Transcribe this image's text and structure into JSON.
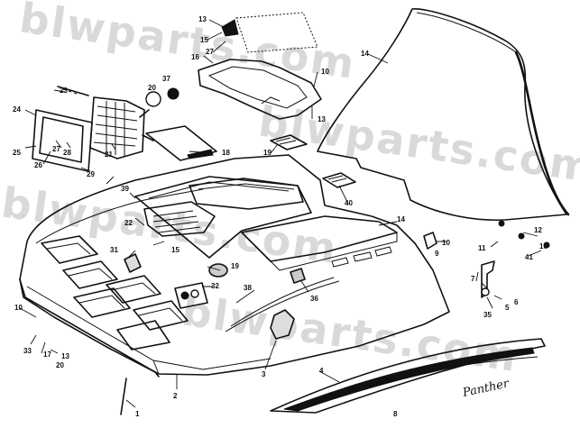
{
  "watermark": "blwparts.com",
  "decal_text": "Panther",
  "callouts": [
    {
      "id": "c1",
      "label": "1"
    },
    {
      "id": "c2",
      "label": "2"
    },
    {
      "id": "c3",
      "label": "3"
    },
    {
      "id": "c4",
      "label": "4"
    },
    {
      "id": "c5",
      "label": "5"
    },
    {
      "id": "c6",
      "label": "6"
    },
    {
      "id": "c7",
      "label": "7"
    },
    {
      "id": "c8",
      "label": "8"
    },
    {
      "id": "c9",
      "label": "9"
    },
    {
      "id": "c10a",
      "label": "10"
    },
    {
      "id": "c10b",
      "label": "10"
    },
    {
      "id": "c10c",
      "label": "10"
    },
    {
      "id": "c10d",
      "label": "10"
    },
    {
      "id": "c11",
      "label": "11"
    },
    {
      "id": "c12",
      "label": "12"
    },
    {
      "id": "c13a",
      "label": "13"
    },
    {
      "id": "c13b",
      "label": "13"
    },
    {
      "id": "c13c",
      "label": "13"
    },
    {
      "id": "c14a",
      "label": "14"
    },
    {
      "id": "c14b",
      "label": "14"
    },
    {
      "id": "c15a",
      "label": "15"
    },
    {
      "id": "c15b",
      "label": "15"
    },
    {
      "id": "c17",
      "label": "17"
    },
    {
      "id": "c18",
      "label": "18"
    },
    {
      "id": "c19",
      "label": "19"
    },
    {
      "id": "c20",
      "label": "20"
    },
    {
      "id": "c21",
      "label": "21"
    },
    {
      "id": "c22",
      "label": "22"
    },
    {
      "id": "c23",
      "label": "23"
    },
    {
      "id": "c24",
      "label": "24"
    },
    {
      "id": "c25",
      "label": "25"
    },
    {
      "id": "c26",
      "label": "26"
    },
    {
      "id": "c27a",
      "label": "27"
    },
    {
      "id": "c27b",
      "label": "27"
    },
    {
      "id": "c28",
      "label": "28"
    },
    {
      "id": "c29",
      "label": "29"
    },
    {
      "id": "c31",
      "label": "31"
    },
    {
      "id": "c32",
      "label": "32"
    },
    {
      "id": "c33",
      "label": "33"
    },
    {
      "id": "c35",
      "label": "35"
    },
    {
      "id": "c36",
      "label": "36"
    },
    {
      "id": "c37",
      "label": "37"
    },
    {
      "id": "c38",
      "label": "38"
    },
    {
      "id": "c39",
      "label": "39"
    },
    {
      "id": "c40",
      "label": "40"
    },
    {
      "id": "c41",
      "label": "41"
    },
    {
      "id": "c16",
      "label": "16"
    }
  ]
}
